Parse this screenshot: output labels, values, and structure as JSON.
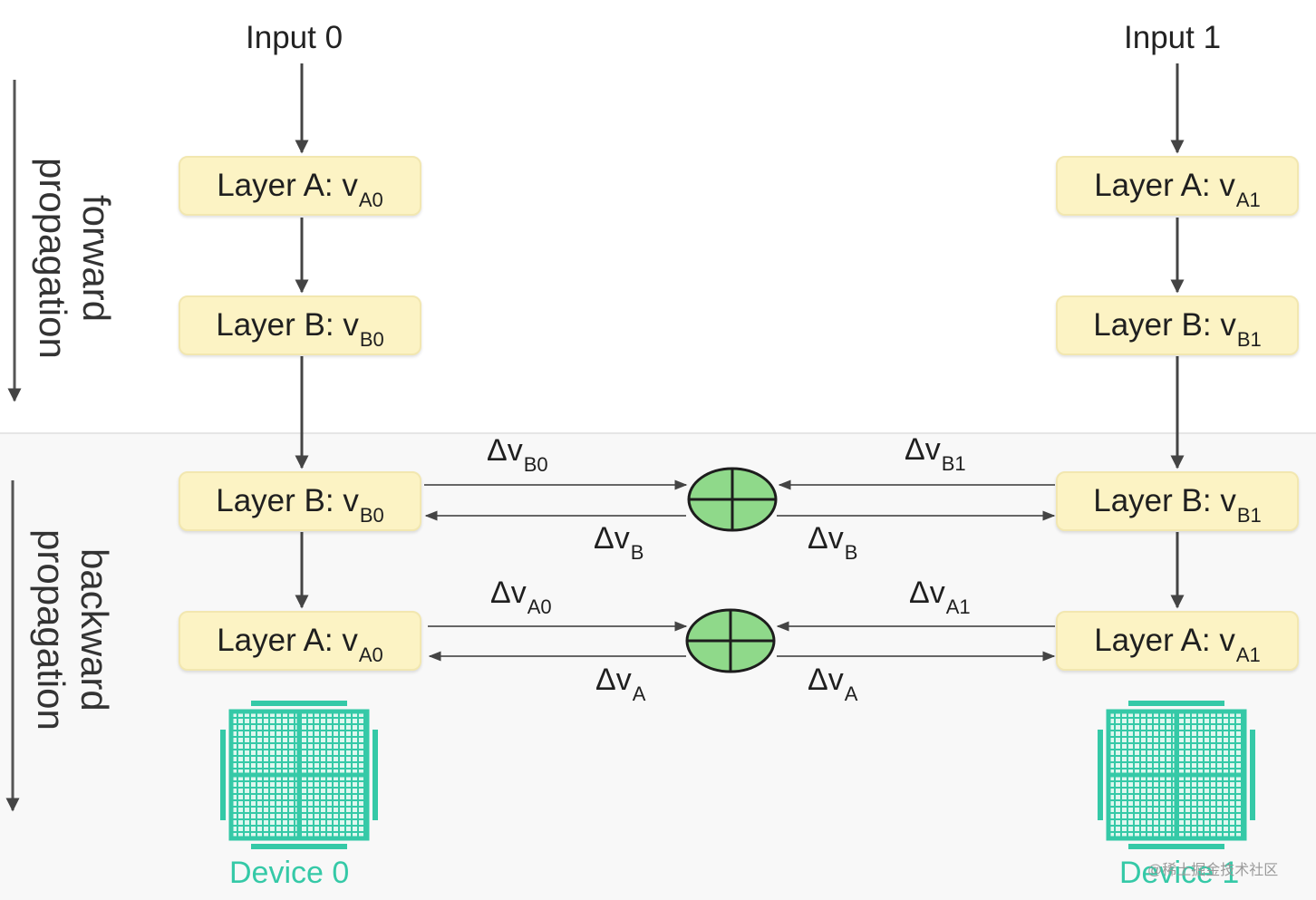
{
  "inputs": {
    "left": "Input 0",
    "right": "Input 1"
  },
  "side_labels": {
    "forward_line1": "forward",
    "forward_line2": "propagation",
    "backward_line1": "backward",
    "backward_line2": "propagation"
  },
  "forward": {
    "left": [
      {
        "text": "Layer A: v",
        "sub": "A0"
      },
      {
        "text": "Layer B: v",
        "sub": "B0"
      }
    ],
    "right": [
      {
        "text": "Layer A: v",
        "sub": "A1"
      },
      {
        "text": "Layer B: v",
        "sub": "B1"
      }
    ]
  },
  "backward": {
    "left": [
      {
        "text": "Layer B: v",
        "sub": "B0"
      },
      {
        "text": "Layer A: v",
        "sub": "A0"
      }
    ],
    "right": [
      {
        "text": "Layer B: v",
        "sub": "B1"
      },
      {
        "text": "Layer A: v",
        "sub": "A1"
      }
    ]
  },
  "deltas": {
    "b_top_left": {
      "text": "Δv",
      "sub": "B0"
    },
    "b_top_right": {
      "text": "Δv",
      "sub": "B1"
    },
    "b_bot_left": {
      "text": "Δv",
      "sub": "B"
    },
    "b_bot_right": {
      "text": "Δv",
      "sub": "B"
    },
    "a_top_left": {
      "text": "Δv",
      "sub": "A0"
    },
    "a_top_right": {
      "text": "Δv",
      "sub": "A1"
    },
    "a_bot_left": {
      "text": "Δv",
      "sub": "A"
    },
    "a_bot_right": {
      "text": "Δv",
      "sub": "A"
    }
  },
  "devices": {
    "left": "Device 0",
    "right": "Device 1"
  },
  "watermark": "@稀土掘金技术社区",
  "colors": {
    "layer_fill": "#fcf3c4",
    "sum_node_fill": "#8fd98a",
    "device_teal": "#35c9a7",
    "arrow": "#444444"
  },
  "icons": {
    "sum_node": "aggregation-sum-icon",
    "device": "chip-icon"
  }
}
